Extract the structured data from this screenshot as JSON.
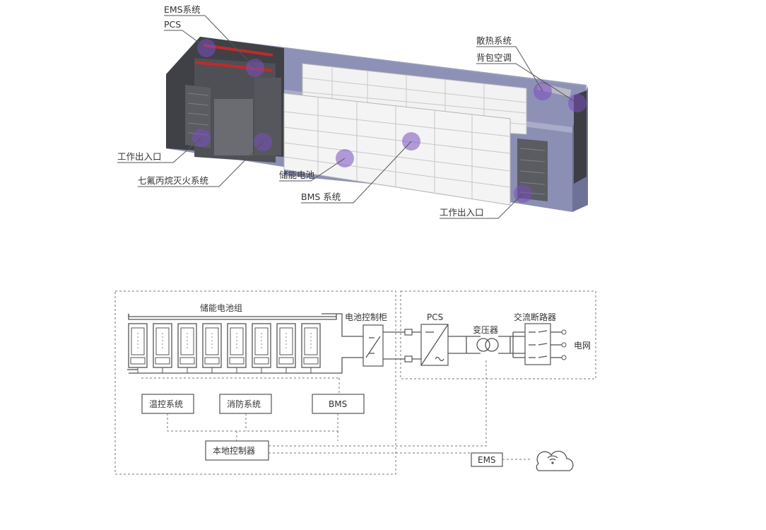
{
  "top": {
    "callouts": {
      "ems": "EMS系统",
      "pcs": "PCS",
      "cooling": "散热系统",
      "aircon": "背包空调",
      "entry_left": "工作出入口",
      "fire": "七氟丙烷灭火系统",
      "battery": "储能电池",
      "bms": "BMS 系统",
      "entry_right": "工作出入口"
    }
  },
  "bottom": {
    "battery_group": "储能电池组",
    "battery_cabinet": "电池控制柜",
    "pcs": "PCS",
    "transformer": "变压器",
    "ac_breaker": "交流断路器",
    "grid": "电网",
    "temp_control": "温控系统",
    "fire_system": "消防系统",
    "bms": "BMS",
    "local_controller": "本地控制器",
    "ems": "EMS"
  },
  "colors": {
    "container": "#8b8fb3",
    "hotspot": "#7a4fbf",
    "battery_rack": "#f2f2f2"
  }
}
